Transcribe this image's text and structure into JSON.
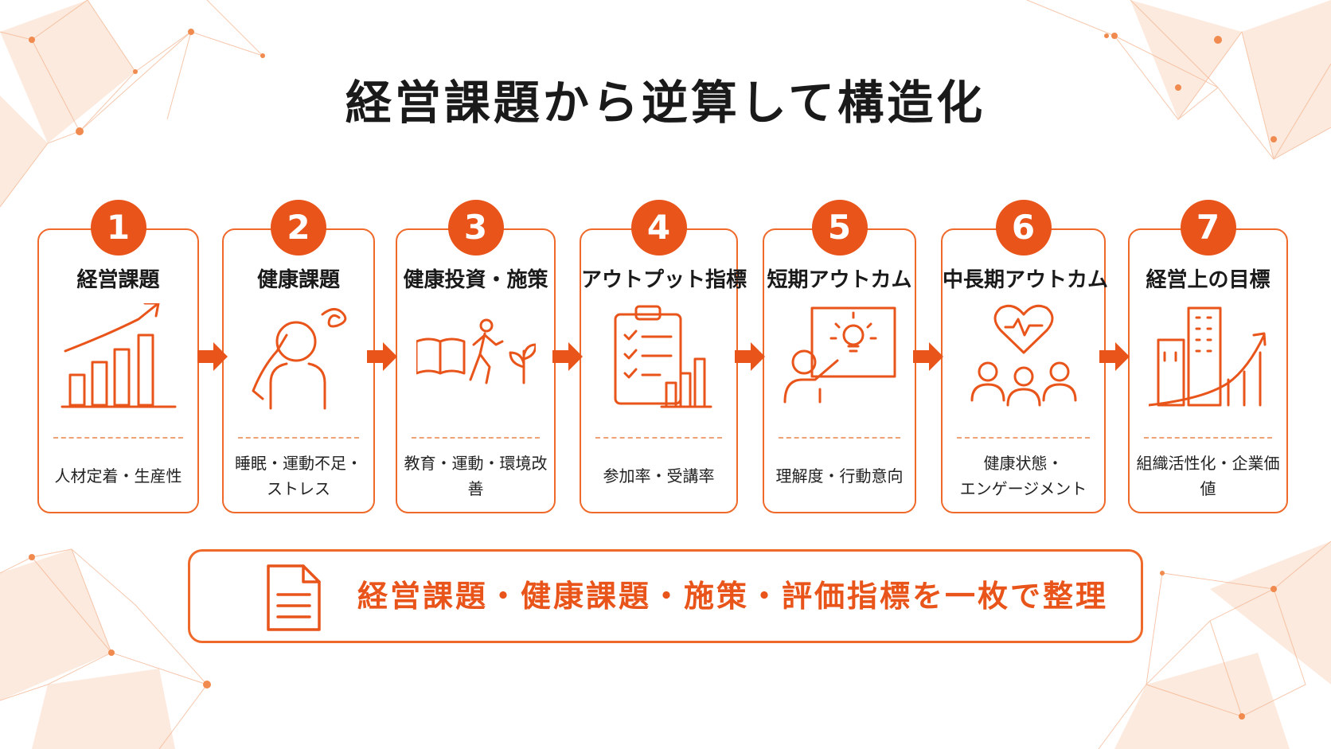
{
  "title": "経営課題から逆算して構造化",
  "accent_color": "#e8541a",
  "steps": [
    {
      "number": "1",
      "title": "経営課題",
      "icon": "growth-bar-chart-icon",
      "desc": "人材定着・生産性"
    },
    {
      "number": "2",
      "title": "健康課題",
      "icon": "stressed-person-icon",
      "desc": "睡眠・運動不足・\nストレス"
    },
    {
      "number": "3",
      "title": "健康投資・施策",
      "icon": "book-runner-plant-icon",
      "desc": "教育・運動・環境改善"
    },
    {
      "number": "4",
      "title": "アウトプット指標",
      "icon": "clipboard-checklist-icon",
      "desc": "参加率・受講率"
    },
    {
      "number": "5",
      "title": "短期アウトカム",
      "icon": "presenter-idea-icon",
      "desc": "理解度・行動意向"
    },
    {
      "number": "6",
      "title": "中長期アウトカム",
      "icon": "heart-team-icon",
      "desc": "健康状態・\nエンゲージメント"
    },
    {
      "number": "7",
      "title": "経営上の目標",
      "icon": "building-growth-icon",
      "desc": "組織活性化・企業価値"
    }
  ],
  "summary": {
    "icon": "document-icon",
    "text": "経営課題・健康課題・施策・評価指標を一枚で整理"
  }
}
